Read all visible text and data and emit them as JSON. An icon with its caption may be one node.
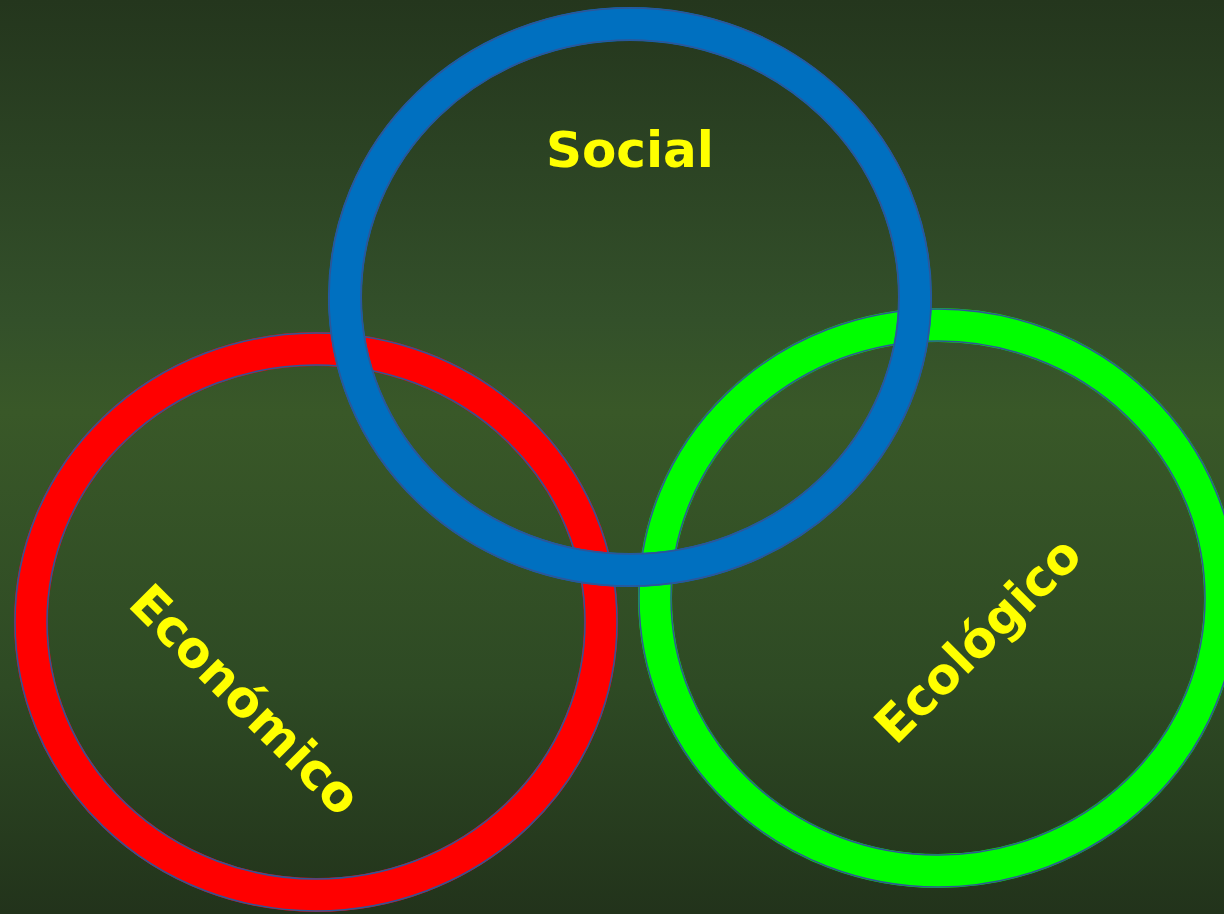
{
  "diagram": {
    "nodes": [
      {
        "text": [
          "Económico"
        ]
      },
      {
        "text": [
          "Ecológico"
        ]
      },
      {
        "text": [
          "Social"
        ]
      }
    ]
  }
}
